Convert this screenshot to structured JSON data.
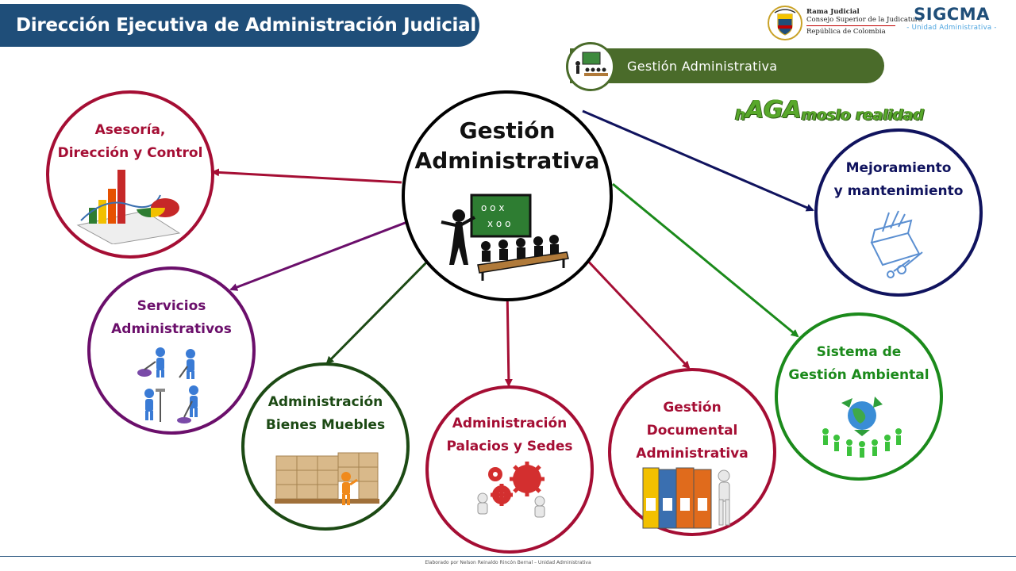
{
  "header": {
    "title": "Dirección Ejecutiva de Administración Judicial",
    "rama_line1": "Rama Judicial",
    "rama_line2": "Consejo Superior de la Judicatura",
    "rama_line3": "República de Colombia",
    "sigcma_title": "SIGCMA",
    "sigcma_subtitle": "- Unidad Administrativa -"
  },
  "section_pill": {
    "label": "Gestión  Administrativa"
  },
  "slogan": {
    "part1": "h",
    "part2": "AGA",
    "part3": "moslo realidad"
  },
  "center": {
    "line1": "Gestión",
    "line2": "Administrativa",
    "color": "#000000"
  },
  "nodes": [
    {
      "id": "asesoria",
      "lines": [
        "Asesoría,",
        "Dirección y Control"
      ],
      "color": "#a50e34",
      "icon": "bar-chart-icon"
    },
    {
      "id": "servicios",
      "lines": [
        "Servicios",
        "Administrativos"
      ],
      "color": "#6b0f6b",
      "icon": "cleaning-staff-icon"
    },
    {
      "id": "bienes",
      "lines": [
        "Administración",
        "Bienes Muebles"
      ],
      "color": "#1c4a14",
      "icon": "pallet-boxes-icon"
    },
    {
      "id": "palacios",
      "lines": [
        "Administración",
        "Palacios y Sedes"
      ],
      "color": "#a50e34",
      "icon": "gears-icon"
    },
    {
      "id": "documental",
      "lines": [
        "Gestión",
        "Documental",
        "Administrativa"
      ],
      "color": "#a50e34",
      "icon": "binders-icon"
    },
    {
      "id": "ambiental",
      "lines": [
        "Sistema de",
        "Gestión Ambiental"
      ],
      "color": "#1b8a1b",
      "icon": "recycle-globe-icon"
    },
    {
      "id": "mejoramiento",
      "lines": [
        "Mejoramiento",
        "y mantenimiento"
      ],
      "color": "#10135e",
      "icon": "toolbox-icon"
    }
  ],
  "footer": {
    "text": "Elaborado por Nelson Reinaldo Rincón Bernal – Unidad Administrativa"
  }
}
